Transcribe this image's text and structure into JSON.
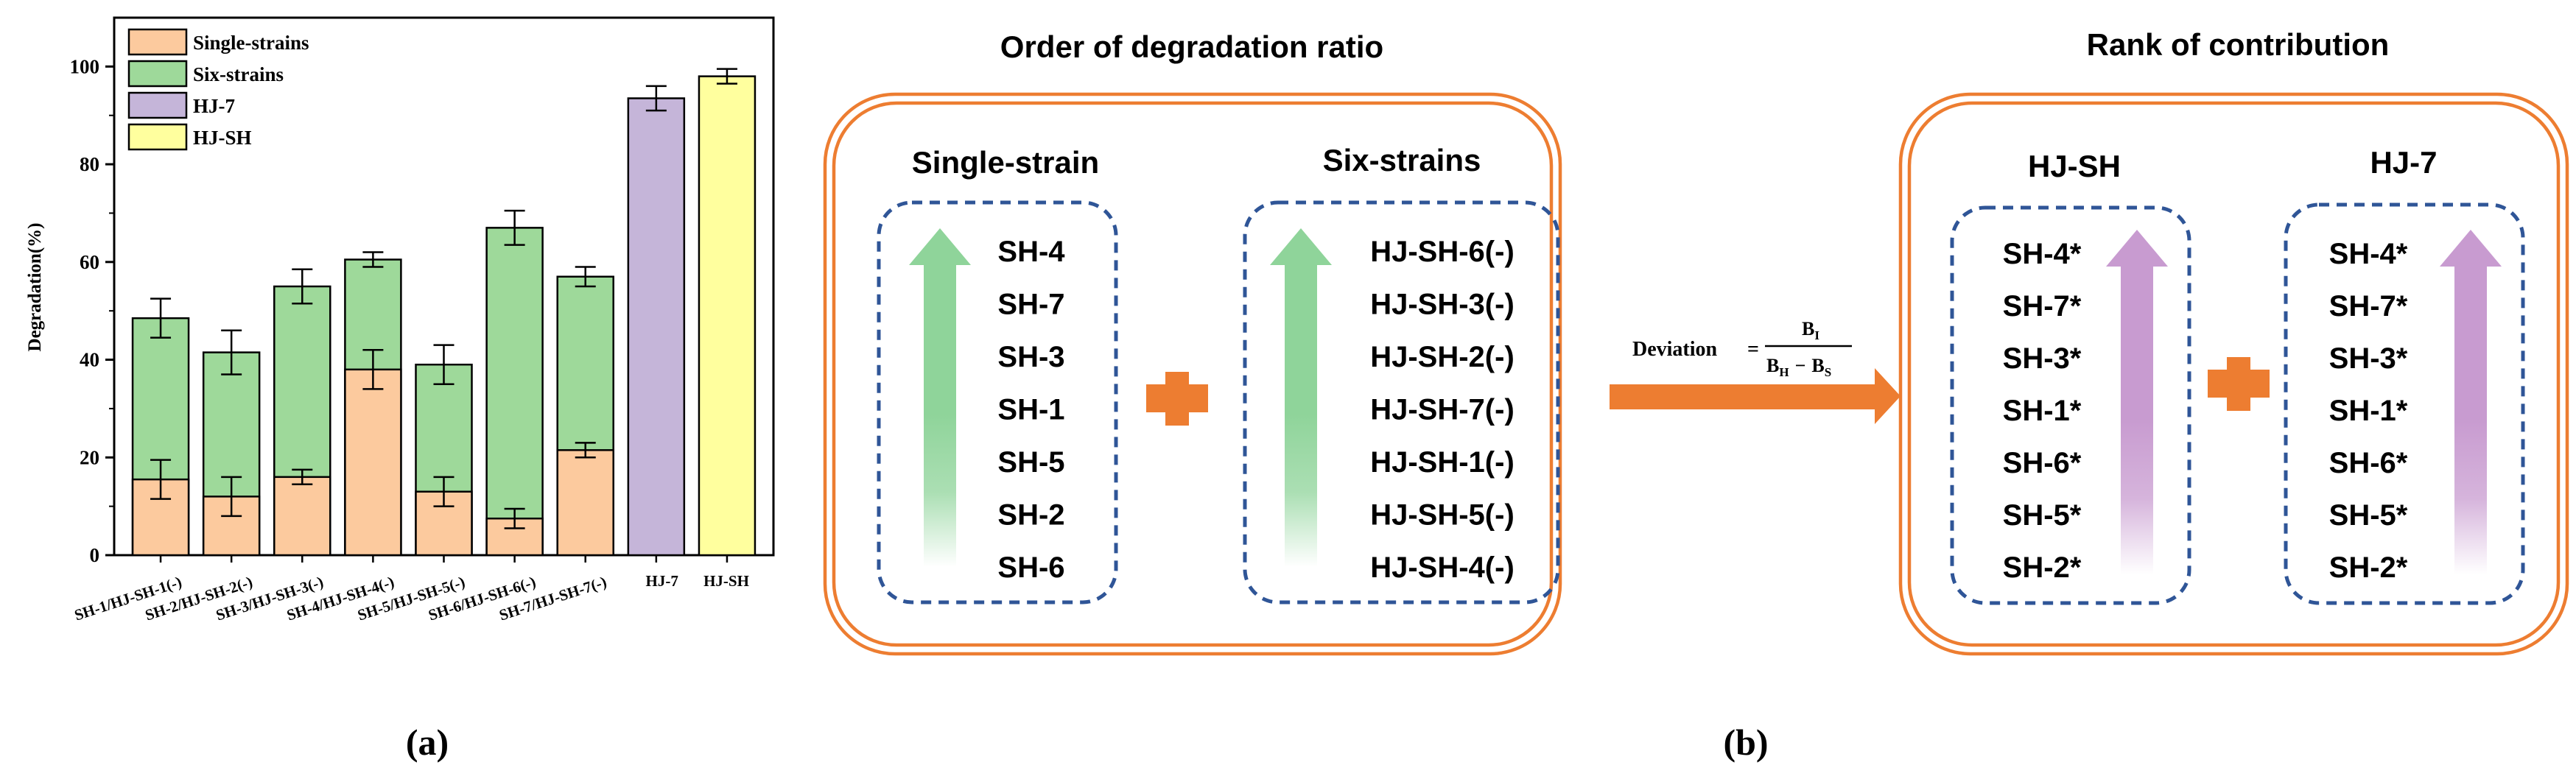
{
  "panel_labels": {
    "a": "(a)",
    "b": "(b)"
  },
  "chart_data": {
    "type": "bar",
    "ylabel": "Degradation(%)",
    "ylim": [
      0,
      110
    ],
    "yticks": [
      0,
      20,
      40,
      60,
      80,
      100
    ],
    "categories": [
      "SH-1/HJ-SH-1(-)",
      "SH-2/HJ-SH-2(-)",
      "SH-3/HJ-SH-3(-)",
      "SH-4/HJ-SH-4(-)",
      "SH-5/HJ-SH-5(-)",
      "SH-6/HJ-SH-6(-)",
      "SH-7/HJ-SH-7(-)",
      "HJ-7",
      "HJ-SH"
    ],
    "legend_position": "top-left",
    "series": [
      {
        "name": "Single-strains",
        "color": "#FCCA9E",
        "values": [
          15.5,
          12,
          16,
          38,
          13,
          7.5,
          21.5,
          null,
          null
        ],
        "errors": [
          4,
          4,
          1.5,
          4,
          3,
          2,
          1.5,
          null,
          null
        ]
      },
      {
        "name": "Six-strains",
        "color": "#9ED99A",
        "values": [
          48.5,
          41.5,
          55,
          60.5,
          39,
          67,
          57,
          null,
          null
        ],
        "errors": [
          4,
          4.5,
          3.5,
          1.5,
          4,
          3.5,
          2,
          null,
          null
        ]
      },
      {
        "name": "HJ-7",
        "color": "#C5B5D9",
        "values": [
          null,
          null,
          null,
          null,
          null,
          null,
          null,
          93.5,
          null
        ],
        "errors": [
          null,
          null,
          null,
          null,
          null,
          null,
          null,
          2.5,
          null
        ]
      },
      {
        "name": "HJ-SH",
        "color": "#FFFF9E",
        "values": [
          null,
          null,
          null,
          null,
          null,
          null,
          null,
          null,
          98
        ],
        "errors": [
          null,
          null,
          null,
          null,
          null,
          null,
          null,
          null,
          1.5
        ]
      }
    ]
  },
  "diagram": {
    "left_title": "Order of degradation ratio",
    "right_title": "Rank of contribution",
    "single_strain": {
      "title": "Single-strain",
      "items": [
        "SH-4",
        "SH-7",
        "SH-3",
        "SH-1",
        "SH-5",
        "SH-2",
        "SH-6"
      ]
    },
    "six_strains": {
      "title": "Six-strains",
      "items": [
        "HJ-SH-6(-)",
        "HJ-SH-3(-)",
        "HJ-SH-2(-)",
        "HJ-SH-7(-)",
        "HJ-SH-1(-)",
        "HJ-SH-5(-)",
        "HJ-SH-4(-)"
      ]
    },
    "hjsh": {
      "title": "HJ-SH",
      "items": [
        "SH-4*",
        "SH-7*",
        "SH-3*",
        "SH-1*",
        "SH-6*",
        "SH-5*",
        "SH-2*"
      ]
    },
    "hj7": {
      "title": "HJ-7",
      "items": [
        "SH-4*",
        "SH-7*",
        "SH-3*",
        "SH-1*",
        "SH-6*",
        "SH-5*",
        "SH-2*"
      ]
    },
    "formula": {
      "label": "Deviation",
      "eq": "=",
      "num": "B",
      "num_sub": "I",
      "den_a": "B",
      "den_a_sub": "H",
      "den_op": "−",
      "den_b": "B",
      "den_b_sub": "S"
    },
    "colors": {
      "orange": "#ED7D31",
      "blue": "#2F5597",
      "green": "#8FD49A",
      "purple": "#C89BD0"
    }
  }
}
